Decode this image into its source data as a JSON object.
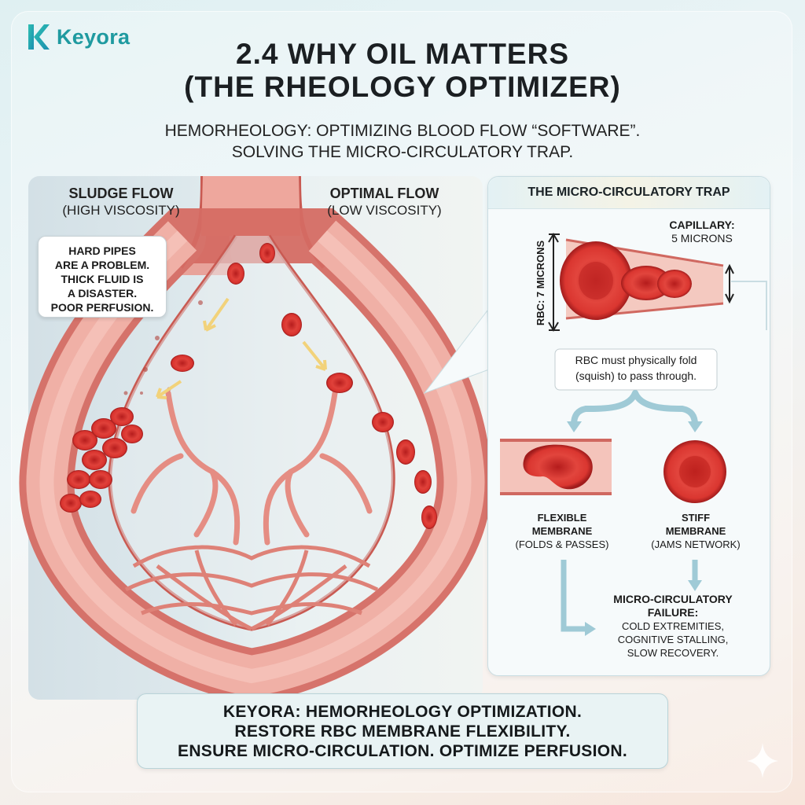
{
  "brand": {
    "name": "Keyora",
    "logo_icon": "k-logo-icon",
    "accent": "#1f9aa0"
  },
  "header": {
    "title_line1": "2.4 WHY OIL MATTERS",
    "title_line2": "(THE RHEOLOGY OPTIMIZER)",
    "subtitle_line1": "HEMORHEOLOGY: OPTIMIZING BLOOD FLOW “SOFTWARE”.",
    "subtitle_line2": "SOLVING THE MICRO-CIRCULATORY TRAP."
  },
  "left_panel": {
    "sludge_title": "SLUDGE FLOW",
    "sludge_sub": "(HIGH VISCOSITY)",
    "optimal_title": "OPTIMAL FLOW",
    "optimal_sub": "(LOW VISCOSITY)",
    "callout": [
      "HARD PIPES",
      "ARE A PROBLEM.",
      "THICK FLUID IS",
      "A DISASTER.",
      "POOR PERFUSION."
    ]
  },
  "right_panel": {
    "title": "THE MICRO-CIRCULATORY TRAP",
    "capillary_label": "CAPILLARY:",
    "capillary_size": "5 MICRONS",
    "rbc_size": "RBC: 7 MICRONS",
    "fold_note_line1": "RBC must physically fold",
    "fold_note_line2": "(squish) to pass through.",
    "flexible_title1": "FLEXIBLE",
    "flexible_title2": "MEMBRANE",
    "flexible_sub": "(FOLDS & PASSES)",
    "stiff_title1": "STIFF",
    "stiff_title2": "MEMBRANE",
    "stiff_sub": "(JAMS NETWORK)",
    "failure_title1": "MICRO-CIRCULATORY",
    "failure_title2": "FAILURE:",
    "failure_items": [
      "COLD EXTREMITIES,",
      "COGNITIVE STALLING,",
      "SLOW RECOVERY."
    ]
  },
  "footer": {
    "line1": "KEYORA: HEMORHEOLOGY OPTIMIZATION.",
    "line2": "RESTORE RBC MEMBRANE FLEXIBILITY.",
    "line3": "ENSURE MICRO-CIRCULATION. OPTIMIZE PERFUSION."
  },
  "colors": {
    "vessel": "#e88c82",
    "vessel_dark": "#c45a52",
    "rbc": "#d9322e",
    "arrow": "#8fc3d4"
  }
}
